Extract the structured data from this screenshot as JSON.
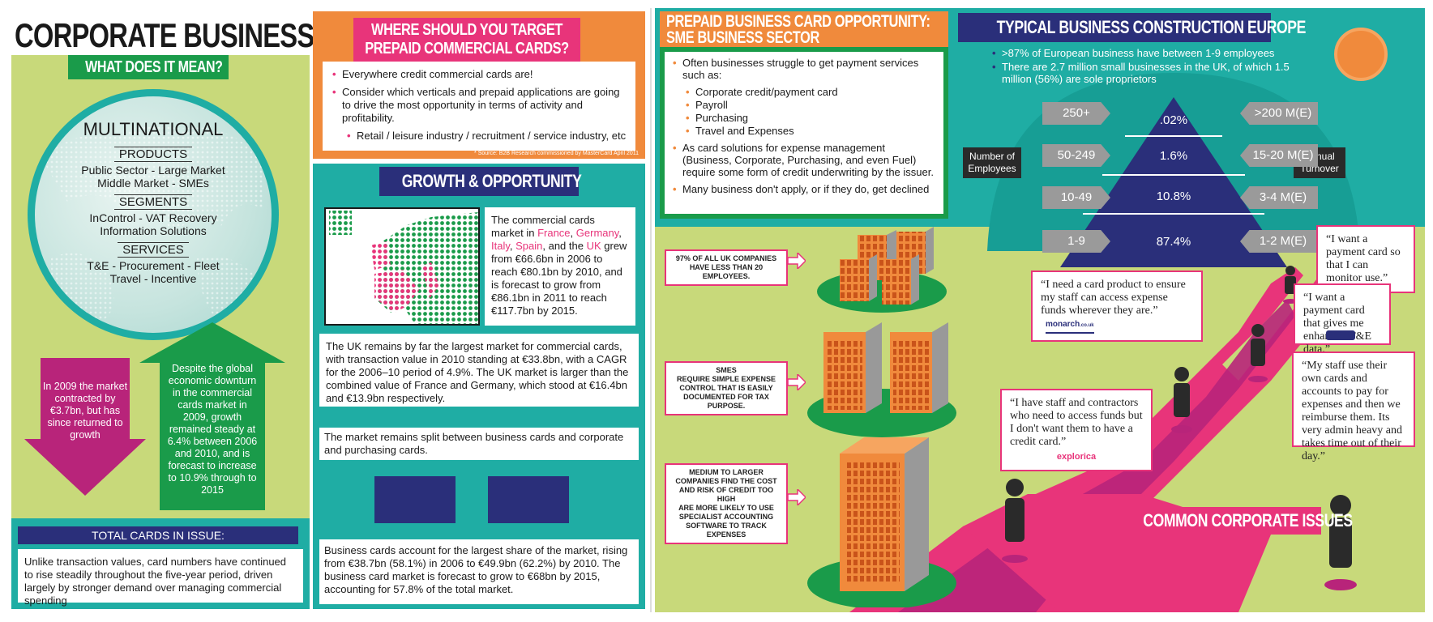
{
  "left": {
    "title": "CORPORATE BUSINESS",
    "subtitle": "WHAT DOES IT MEAN?",
    "globe": {
      "heading": "MULTINATIONAL",
      "products_label": "PRODUCTS",
      "products_line1": "Public Sector - Large Market",
      "products_line2": "Middle Market - SMEs",
      "segments_label": "SEGMENTS",
      "segments_line1": "InControl - VAT Recovery",
      "segments_line2": "Information Solutions",
      "services_label": "SERVICES",
      "services_line1": "T&E - Procurement - Fleet",
      "services_line2": "Travel - Incentive"
    },
    "arrow_down_text": "In 2009 the market contracted by €3.7bn, but has since returned to growth",
    "arrow_up_text": "Despite the global economic downturn in the commercial cards market in 2009, growth remained steady at 6.4% between 2006 and 2010, and is forecast to increase to 10.9% through to 2015",
    "total_cards_title": "TOTAL CARDS IN ISSUE:",
    "total_cards_text": "Unlike transaction values, card numbers have continued to rise steadily throughout the five-year period, driven largely by stronger demand over managing commercial spending"
  },
  "target": {
    "title": "WHERE SHOULD YOU TARGET PREPAID COMMERCIAL CARDS?",
    "bullet1": "Everywhere credit commercial cards are!",
    "bullet2": "Consider which verticals and prepaid applications are going to drive the most opportunity in terms of activity and profitability.",
    "sub_bullet": "Retail / leisure industry / recruitment / service industry, etc",
    "source": "* Source: B2B Research commissioned by MasterCard April 2011"
  },
  "growth": {
    "title": "GROWTH & OPPORTUNITY",
    "market_text_1": "The commercial cards market in ",
    "france": "France",
    "comma1": ", ",
    "germany": "Germany",
    "comma2": ", ",
    "italy": "Italy",
    "comma3": ", ",
    "spain": "Spain",
    "and_the": ", and the ",
    "uk": "UK",
    "market_text_2": " grew from €66.6bn in 2006 to reach €80.1bn by 2010, and is forecast to grow from €86.1bn in 2011 to reach €117.7bn by 2015.",
    "uk_text": "The UK remains by far the largest market for commercial cards, with transaction value in 2010 standing at €33.8bn, with a CAGR for the 2006–10 period of 4.9%. The UK market is larger than the combined value of France and Germany, which stood at €16.4bn and €13.9bn respectively.",
    "split_text": "The market remains split between business cards and corporate and purchasing cards.",
    "business_cards_text": "Business cards account for the largest share of the market, rising from €38.7bn (58.1%) in 2006 to €49.9bn (62.2%) by 2010. The business card market is forecast to grow to €68bn by 2015, accounting for 57.8% of the total market."
  },
  "sme": {
    "title_line1": "PREPAID BUSINESS CARD OPPORTUNITY:",
    "title_line2": "SME BUSINESS SECTOR",
    "bullet1": "Often businesses struggle to get payment services such as:",
    "sub1": "Corporate credit/payment card",
    "sub2": "Payroll",
    "sub3": "Purchasing",
    "sub4": "Travel and Expenses",
    "bullet2": "As card solutions for expense management (Business, Corporate, Purchasing, and even Fuel) require some form of credit underwriting by the issuer.",
    "bullet3": "Many business don't apply, or if they do,  get declined",
    "label1": "97% OF ALL UK COMPANIES HAVE LESS THAN 20 EMPLOYEES.",
    "label2_a": "SMES",
    "label2_b": "REQUIRE SIMPLE EXPENSE CONTROL THAT IS EASILY DOCUMENTED FOR TAX PURPOSE.",
    "label3_a": "MEDIUM TO LARGER COMPANIES FIND THE COST AND RISK OF CREDIT TOO HIGH",
    "label3_b": "ARE MORE LIKELY TO USE SPECIALIST ACCOUNTING SOFTWARE TO TRACK EXPENSES"
  },
  "europe": {
    "title": "TYPICAL BUSINESS CONSTRUCTION EUROPE",
    "bullet1": ">87% of European business have between 1-9 employees",
    "bullet2": "There are 2.7 million small businesses in the UK, of which 1.5 million (56%) are sole proprietors",
    "employees_label_1": "Number of",
    "employees_label_2": "Employees",
    "turnover_label_1": "Annual",
    "turnover_label_2": "Turnover",
    "rows": [
      {
        "employees": "250+",
        "share": ".02%",
        "turnover": ">200 M(E)"
      },
      {
        "employees": "50-249",
        "share": "1.6%",
        "turnover": "15-20 M(E)"
      },
      {
        "employees": "10-49",
        "share": "10.8%",
        "turnover": "3-4 M(E)"
      },
      {
        "employees": "1-9",
        "share": "87.4%",
        "turnover": "1-2 M(E)"
      }
    ]
  },
  "issues": {
    "title": "COMMON CORPORATE ISSUES",
    "quote1": "“I want a payment card so that I can monitor use.”",
    "quote2": "“I need a card product to ensure my staff can access expense funds wherever they are.”",
    "quote2_logo": "monarch",
    "quote2_logo_suffix": ".co.uk",
    "quote3": "“I want a payment card that gives me enhanced T&E data.”",
    "quote4": "“I have staff and contractors who need to access funds but I don't want them to have a credit card.”",
    "quote4_logo": "explorica",
    "quote5": "“My staff use their own cards and accounts to pay for expenses and then we reimburse them. Its very admin heavy and takes time out of their day.”"
  },
  "colors": {
    "lime": "#c8d97a",
    "teal": "#1fada4",
    "navy": "#2a2f7a",
    "pink": "#e8347a",
    "orange": "#f08a3c",
    "green": "#1a9b4a",
    "magenta": "#b8247a"
  }
}
